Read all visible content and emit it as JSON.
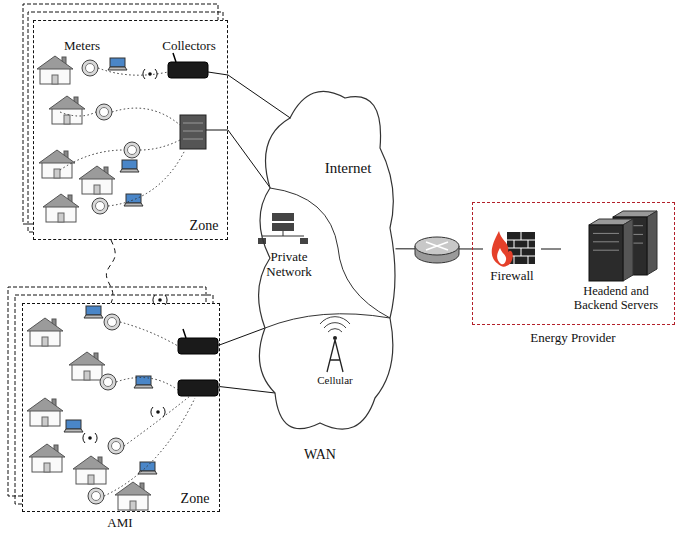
{
  "diagram": {
    "nodes": [
      {
        "text": [
          "Zone"
        ]
      },
      {
        "text": [
          "Zone"
        ]
      },
      {
        "text": [
          "WAN"
        ]
      },
      {
        "text": [
          "Internet"
        ],
        "in": 2
      },
      {
        "text": [
          "Private Network"
        ],
        "in": 2
      },
      {
        "text": [
          "Cellular"
        ],
        "in": 2
      },
      {
        "text": [
          "Energy Provider"
        ]
      },
      {
        "text": [
          "Firewall"
        ],
        "in": 6
      },
      {
        "text": [
          "Headend and Backend Servers"
        ],
        "in": 6
      }
    ],
    "edges": [
      {
        "from": 0,
        "to": 2,
        "arrow": "none"
      },
      {
        "from": 0,
        "to": 2,
        "arrow": "none"
      },
      {
        "from": 1,
        "to": 2,
        "arrow": "none"
      },
      {
        "from": 1,
        "to": 2,
        "arrow": "none"
      },
      {
        "from": 0,
        "to": 1,
        "arrow": "none"
      },
      {
        "from": 2,
        "to": 7,
        "arrow": "none"
      },
      {
        "from": 7,
        "to": 8,
        "arrow": "none"
      }
    ],
    "labels": [
      "Meters",
      "Collectors",
      "AMI"
    ]
  }
}
